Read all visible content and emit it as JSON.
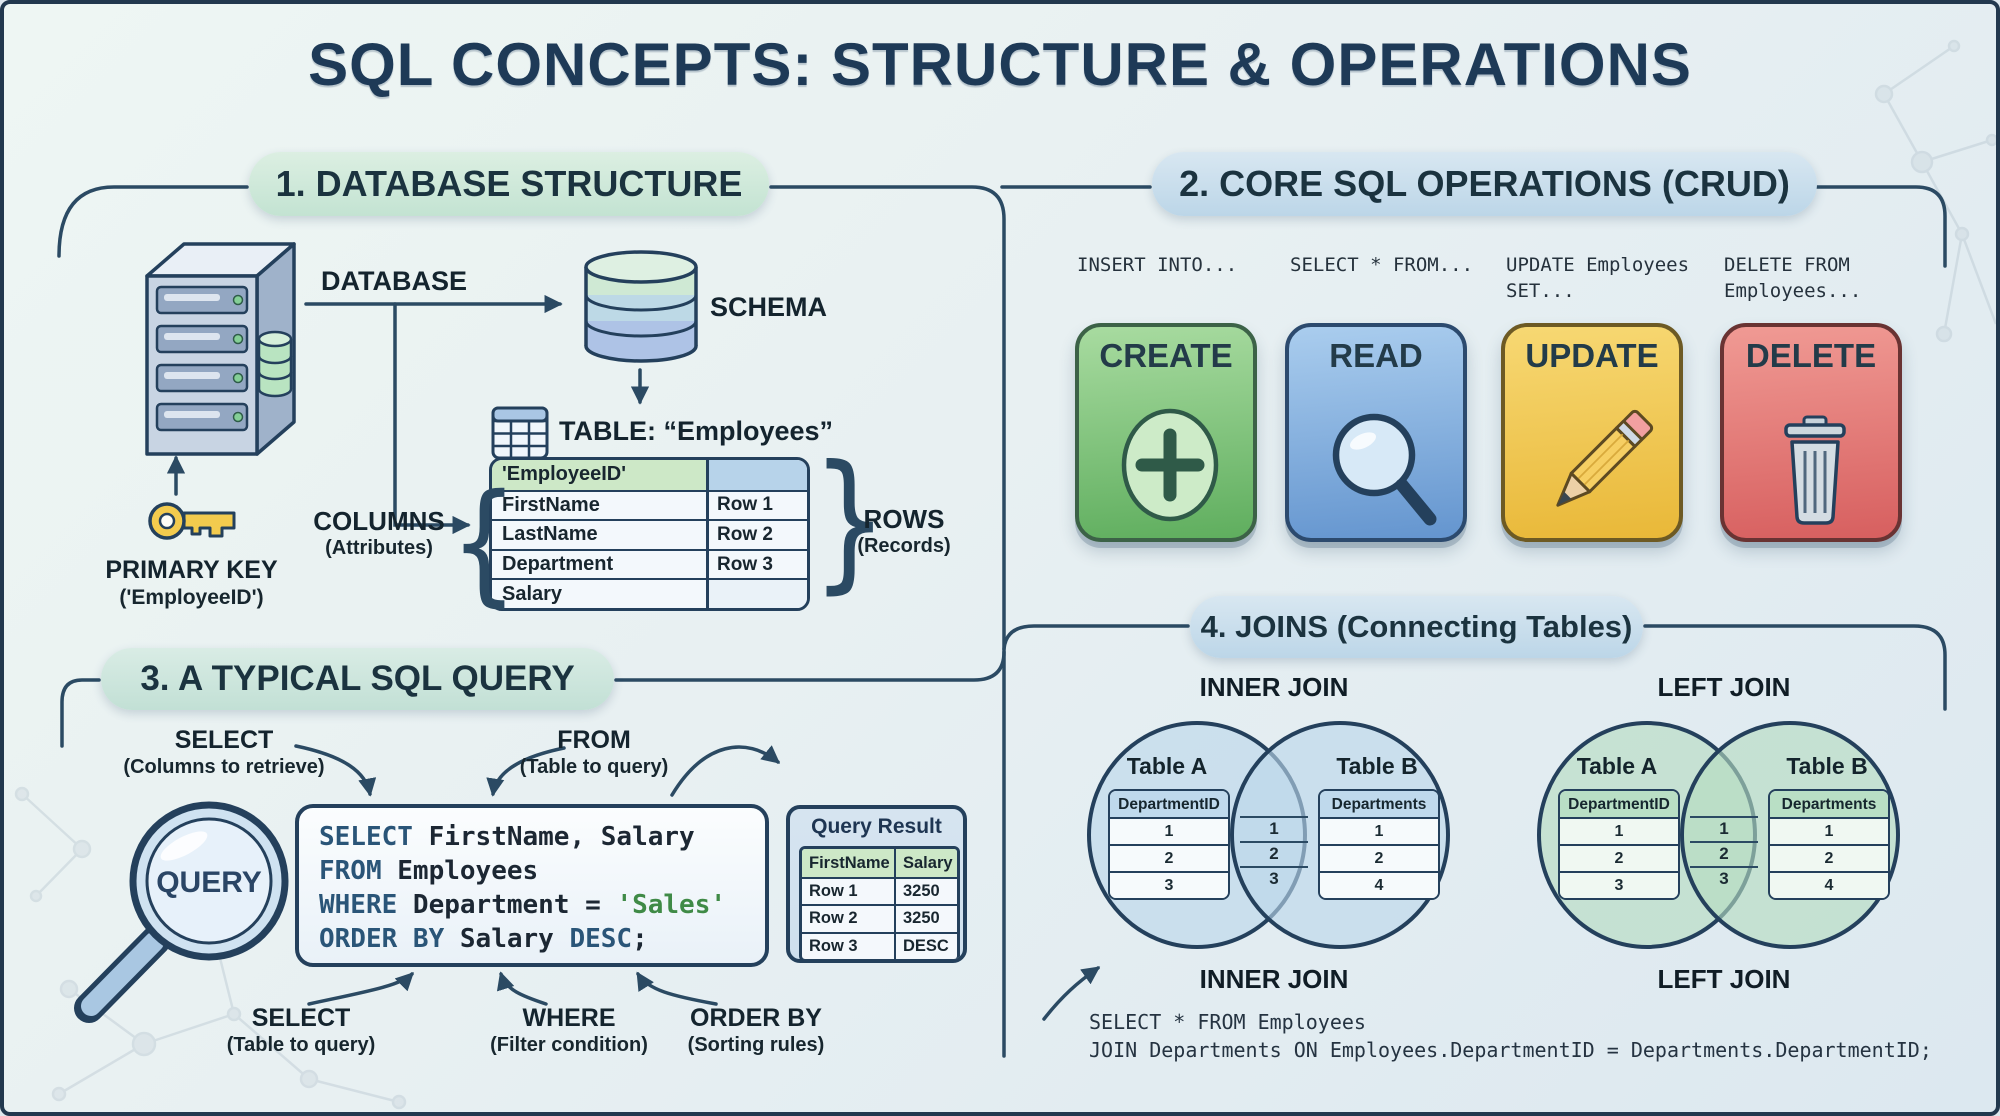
{
  "title": "SQL CONCEPTS: STRUCTURE & OPERATIONS",
  "colors": {
    "navy_line": "#2b4a63",
    "green_pill": "#c3e3d2",
    "blue_pill": "#bcd6e8",
    "teal_pill": "#c2e0d5",
    "create_green": "#5fae5e",
    "read_blue": "#6495cf",
    "update_yellow": "#e9b838",
    "delete_red": "#d75f5f",
    "keyword_blue": "#2a5578",
    "string_green": "#3f8a46"
  },
  "section1": {
    "header": "1. DATABASE STRUCTURE",
    "database_label": "DATABASE",
    "schema_label": "SCHEMA",
    "table_title": "TABLE: “Employees”",
    "table": {
      "key_cell": "'EmployeeID'",
      "rows": [
        {
          "attr": "FirstName",
          "rec": "Row 1"
        },
        {
          "attr": "LastName",
          "rec": "Row 2"
        },
        {
          "attr": "Department",
          "rec": "Row 3"
        },
        {
          "attr": "Salary",
          "rec": ""
        }
      ]
    },
    "columns_label": "COLUMNS",
    "columns_sub": "(Attributes)",
    "rows_label": "ROWS",
    "rows_sub": "(Records)",
    "primary_key_label": "PRIMARY KEY",
    "primary_key_sub": "('EmployeeID')"
  },
  "section2": {
    "header": "2. CORE SQL OPERATIONS (CRUD)",
    "snippets": [
      "INSERT INTO...",
      "SELECT * FROM...",
      "UPDATE Employees\nSET...",
      "DELETE FROM\nEmployees..."
    ],
    "cards": [
      {
        "label": "CREATE",
        "icon": "plus-icon"
      },
      {
        "label": "READ",
        "icon": "magnifier-icon"
      },
      {
        "label": "UPDATE",
        "icon": "pencil-icon"
      },
      {
        "label": "DELETE",
        "icon": "trash-icon"
      }
    ]
  },
  "section3": {
    "header": "3. A TYPICAL SQL QUERY",
    "query_icon_label": "QUERY",
    "annotations_top": [
      {
        "label": "SELECT",
        "sub": "(Columns to retrieve)"
      },
      {
        "label": "FROM",
        "sub": "(Table to query)"
      }
    ],
    "annotations_bottom": [
      {
        "label": "SELECT",
        "sub": "(Table to query)"
      },
      {
        "label": "WHERE",
        "sub": "(Filter condition)"
      },
      {
        "label": "ORDER BY",
        "sub": "(Sorting rules)"
      }
    ],
    "code": [
      {
        "kw": "SELECT",
        "rest": " FirstName, Salary"
      },
      {
        "kw": "FROM",
        "rest": " Employees"
      },
      {
        "kw": "WHERE",
        "rest": " Department = ",
        "str": "'Sales'"
      },
      {
        "kw": "ORDER BY",
        "rest": " Salary ",
        "kw2": "DESC",
        "end": ";"
      }
    ],
    "result": {
      "title": "Query Result",
      "headers": [
        "FirstName",
        "Salary"
      ],
      "rows": [
        [
          "Row 1",
          "3250"
        ],
        [
          "Row 2",
          "3250"
        ],
        [
          "Row 3",
          "DESC"
        ]
      ]
    }
  },
  "section4": {
    "header": "4. JOINS (Connecting Tables)",
    "joins": [
      {
        "title": "INNER JOIN",
        "caption": "INNER JOIN",
        "table_a": {
          "name": "Table A",
          "header": "DepartmentID",
          "rows": [
            "1",
            "2",
            "3"
          ]
        },
        "table_b": {
          "name": "Table B",
          "header": "Departments",
          "rows": [
            "1",
            "2",
            "4"
          ]
        },
        "intersection": [
          "1",
          "2",
          "3"
        ]
      },
      {
        "title": "LEFT JOIN",
        "caption": "LEFT JOIN",
        "table_a": {
          "name": "Table A",
          "header": "DepartmentID",
          "rows": [
            "1",
            "2",
            "3"
          ]
        },
        "table_b": {
          "name": "Table B",
          "header": "Departments",
          "rows": [
            "1",
            "2",
            "4"
          ]
        },
        "intersection": [
          "1",
          "2",
          "3"
        ]
      }
    ],
    "code": [
      "SELECT * FROM Employees",
      "JOIN Departments ON Employees.DepartmentID = Departments.DepartmentID;"
    ]
  }
}
